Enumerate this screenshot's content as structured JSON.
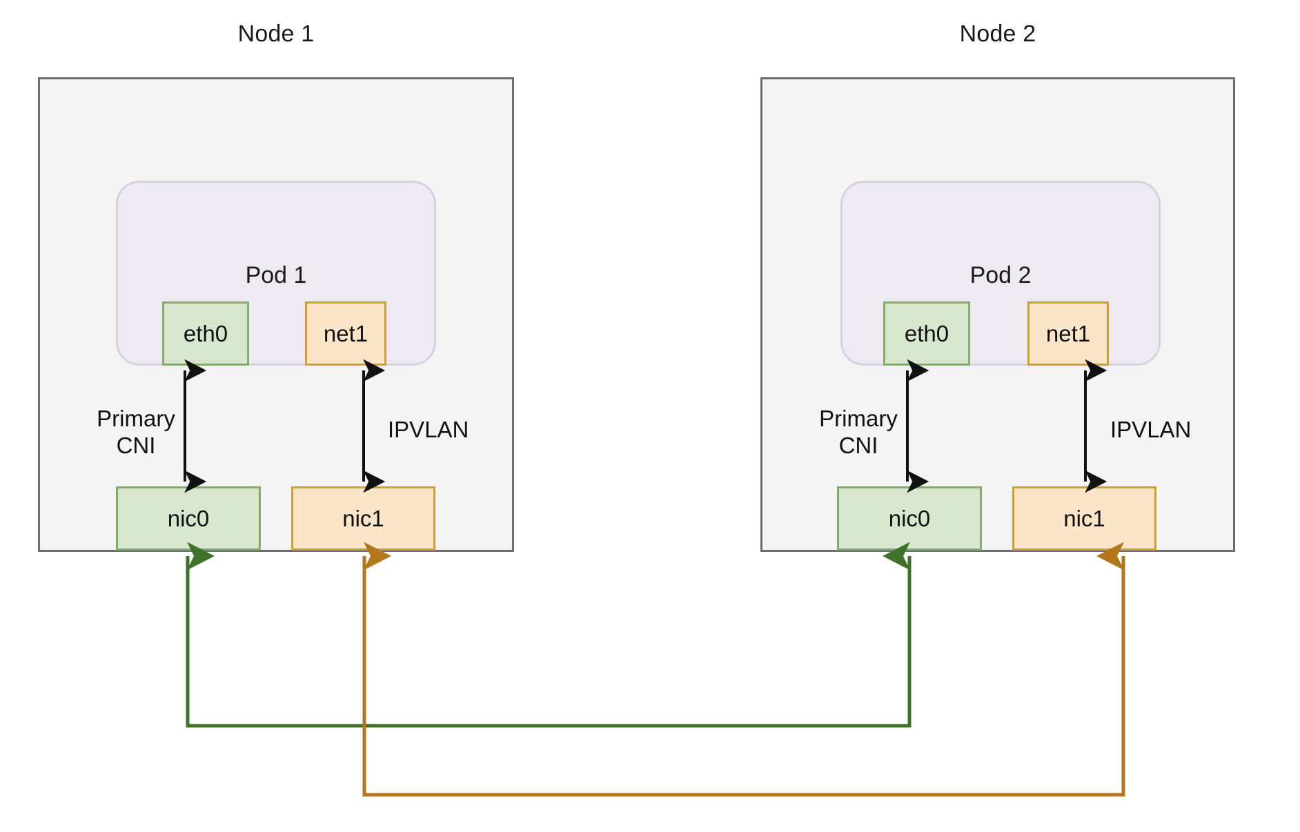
{
  "diagram": {
    "title_hidden": "",
    "background": "#ffffff",
    "colors": {
      "node_fill": "#f4f4f4",
      "node_border": "#6b6b70",
      "pod_fill": "#edeaf2",
      "pod_border": "#d8cfe0",
      "green_fill": "#d7e6cd",
      "green_border": "#82ac6a",
      "orange_fill": "#fae5c8",
      "orange_border": "#d2a02a",
      "arrow_black": "#111111",
      "link_green": "#3f7229",
      "link_orange": "#b3761a"
    }
  },
  "nodes": [
    {
      "title": "Node 1",
      "pod": {
        "title": "Pod 1",
        "interfaces": [
          {
            "label": "eth0",
            "kind": "green"
          },
          {
            "label": "net1",
            "kind": "orange"
          }
        ]
      },
      "nics": [
        {
          "label": "nic0",
          "kind": "green"
        },
        {
          "label": "nic1",
          "kind": "orange"
        }
      ],
      "edge_labels": [
        {
          "text": "Primary\nCNI"
        },
        {
          "text": "IPVLAN"
        }
      ]
    },
    {
      "title": "Node 2",
      "pod": {
        "title": "Pod 2",
        "interfaces": [
          {
            "label": "eth0",
            "kind": "green"
          },
          {
            "label": "net1",
            "kind": "orange"
          }
        ]
      },
      "nics": [
        {
          "label": "nic0",
          "kind": "green"
        },
        {
          "label": "nic1",
          "kind": "orange"
        }
      ],
      "edge_labels": [
        {
          "text": "Primary\nCNI"
        },
        {
          "text": "IPVLAN"
        }
      ]
    }
  ],
  "links": [
    {
      "name": "nic0-to-nic0",
      "color": "#3f7229"
    },
    {
      "name": "nic1-to-nic1",
      "color": "#b3761a"
    }
  ]
}
